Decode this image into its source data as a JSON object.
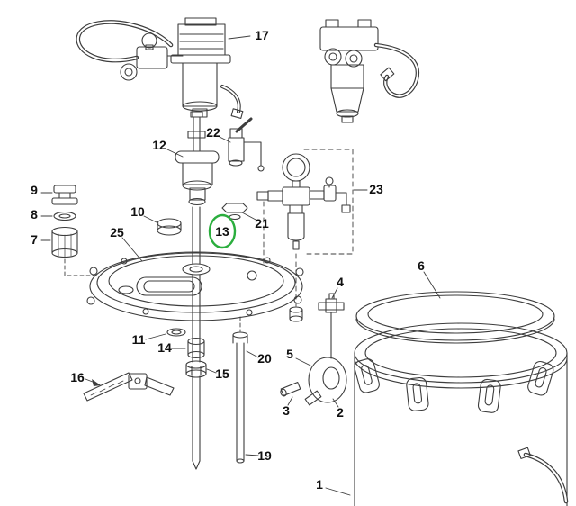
{
  "diagram": {
    "type": "exploded-parts-diagram",
    "description": "Pressure tank / paint pot exploded parts diagram with numbered callouts",
    "background": "#ffffff",
    "line_color": "#3d3d3d",
    "label_color": "#101010",
    "highlight": {
      "part": "13",
      "color": "#2bae3e",
      "shape": "ellipse"
    },
    "parts": {
      "p1": "1",
      "p2": "2",
      "p3": "3",
      "p4": "4",
      "p5": "5",
      "p6": "6",
      "p7": "7",
      "p8": "8",
      "p9": "9",
      "p10": "10",
      "p11": "11",
      "p12": "12",
      "p13": "13",
      "p14": "14",
      "p15": "15",
      "p16": "16",
      "p17": "17",
      "p19": "19",
      "p20": "20",
      "p21": "21",
      "p22": "22",
      "p23": "23",
      "p25": "25"
    }
  }
}
